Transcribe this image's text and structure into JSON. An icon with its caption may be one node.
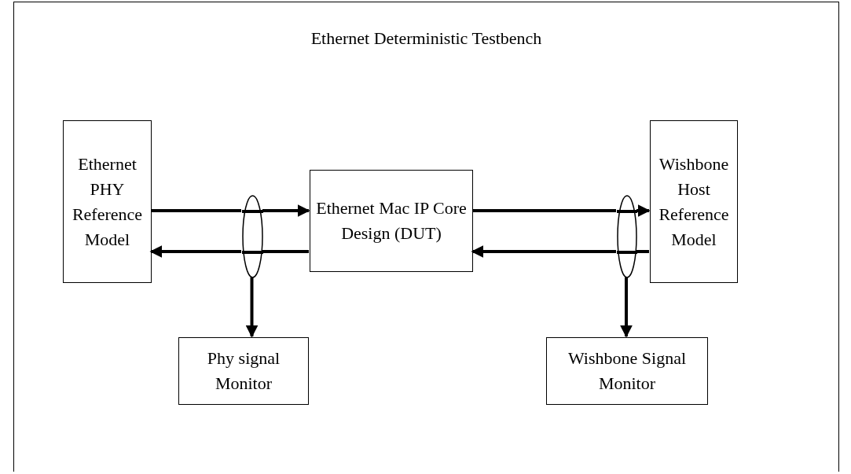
{
  "diagram": {
    "nodes": [
      {
        "text": [
          "Ethernet Deterministic Testbench"
        ]
      },
      {
        "text": [
          "Ethernet PHY Reference Model"
        ],
        "in": 0
      },
      {
        "text": [
          "Ethernet Mac IP Core Design (DUT)"
        ],
        "in": 0
      },
      {
        "text": [
          "Wishbone Host Reference Model"
        ],
        "in": 0
      },
      {
        "text": [
          "Phy signal Monitor"
        ],
        "in": 0
      },
      {
        "text": [
          "Wishbone Signal Monitor"
        ],
        "in": 0
      },
      {
        "text": [],
        "shape": "ellipse",
        "in": 0
      },
      {
        "text": [],
        "shape": "ellipse",
        "in": 0
      }
    ],
    "edges": [
      {
        "from": 1,
        "to": 6,
        "arrow": "none"
      },
      {
        "from": 6,
        "to": 2,
        "arrow": "to"
      },
      {
        "from": 2,
        "to": 6,
        "arrow": "none"
      },
      {
        "from": 6,
        "to": 1,
        "arrow": "to"
      },
      {
        "from": 6,
        "to": 4,
        "arrow": "to"
      },
      {
        "from": 2,
        "to": 7,
        "arrow": "none"
      },
      {
        "from": 7,
        "to": 3,
        "arrow": "to"
      },
      {
        "from": 3,
        "to": 7,
        "arrow": "none"
      },
      {
        "from": 7,
        "to": 2,
        "arrow": "to"
      },
      {
        "from": 7,
        "to": 5,
        "arrow": "to"
      }
    ]
  }
}
